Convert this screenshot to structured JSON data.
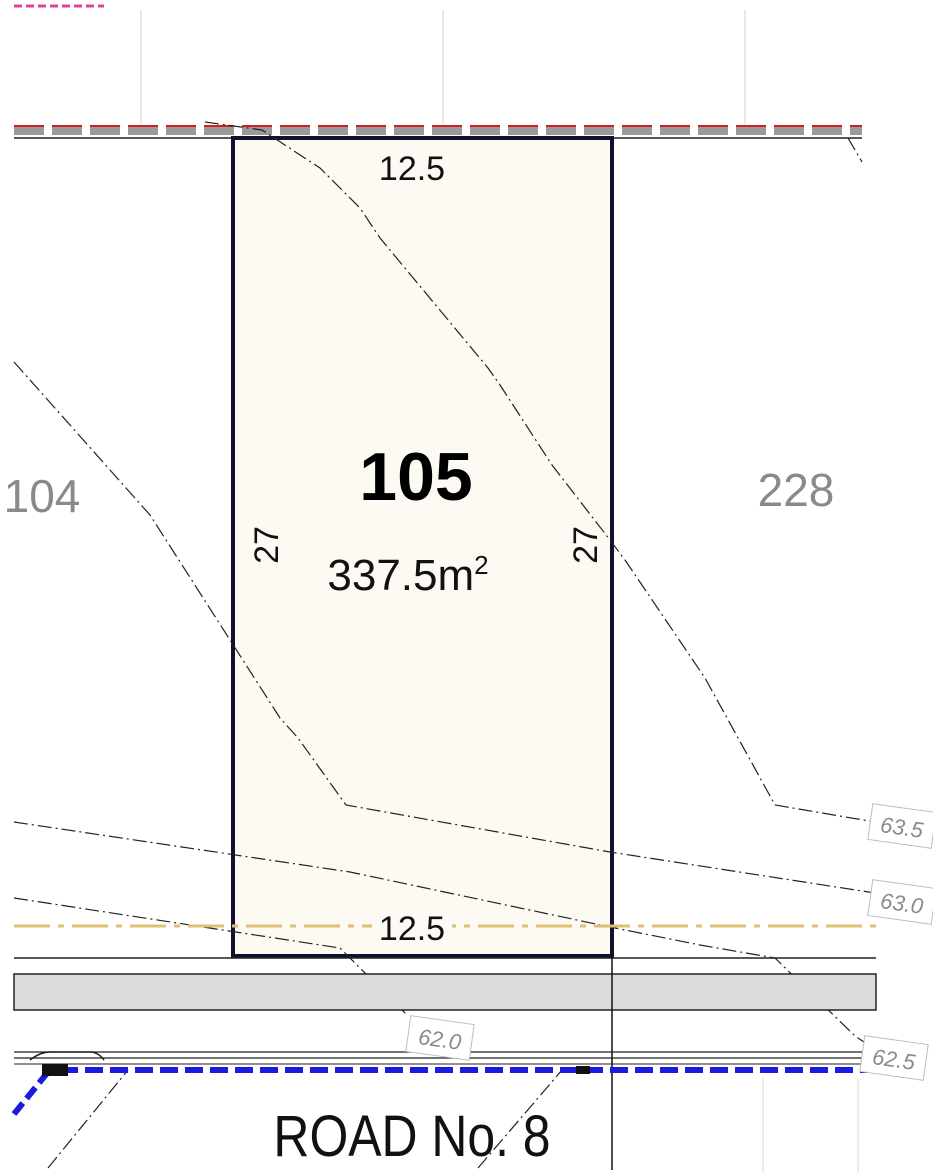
{
  "plan": {
    "lot": {
      "number": "105",
      "area_value": "337.5m",
      "area_superscript": "2",
      "frontage_top": "12.5",
      "frontage_bottom": "12.5",
      "depth_left": "27",
      "depth_right": "27",
      "fill_color": "#fdfaf3",
      "outline_color": "#101030"
    },
    "neighbours": {
      "left_lot": "104",
      "right_lot": "228"
    },
    "road": {
      "name": "ROAD No. 8"
    },
    "contours": [
      {
        "label": "63.5"
      },
      {
        "label": "63.0"
      },
      {
        "label": "62.5"
      },
      {
        "label": "62.0"
      }
    ],
    "colors": {
      "boundary_red": "#d02020",
      "boundary_grey": "#9a9a9a",
      "easement_gold": "#e0c070",
      "service_blue": "#1a1ae0",
      "verge_grey": "#dcdcdc",
      "label_grey": "#8a8a8a"
    }
  }
}
